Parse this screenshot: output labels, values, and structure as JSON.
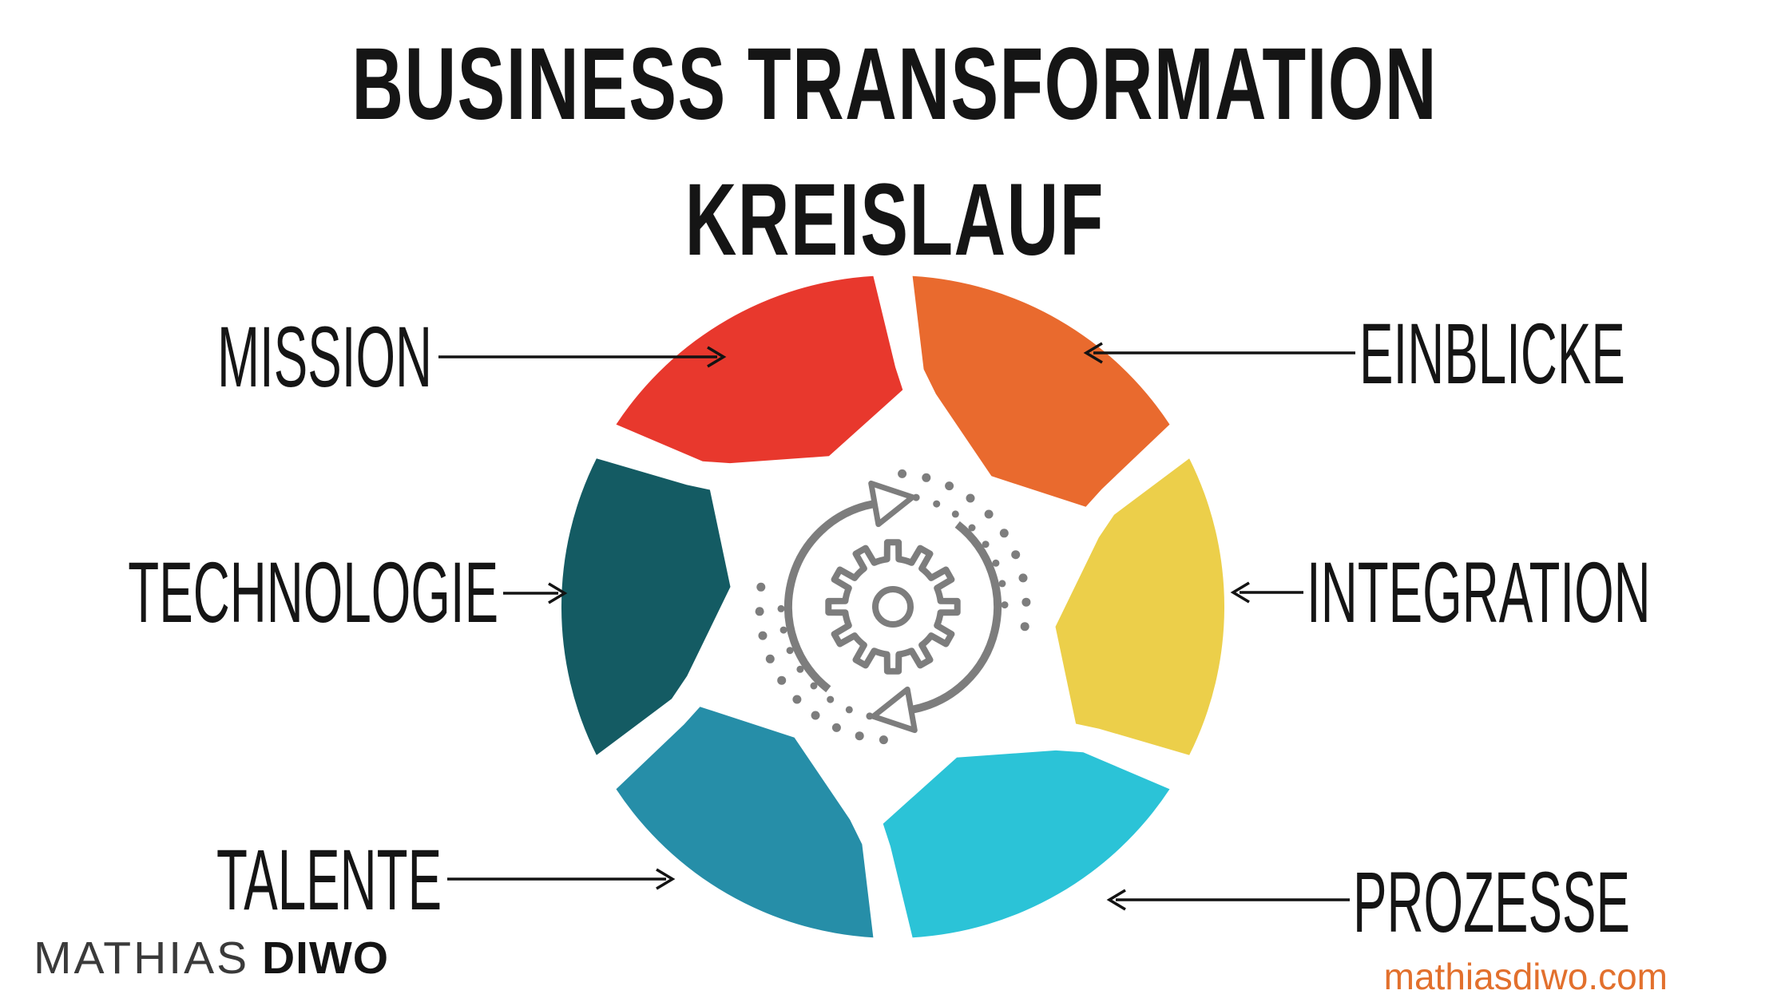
{
  "title": {
    "line1": "BUSINESS TRANSFORMATION",
    "line2": "KREISLAUF"
  },
  "wheel": {
    "center_icon": "gear-cycle-arrows-icon",
    "icon_color": "#7d7d7d",
    "gap_color": "#ffffff",
    "segments": [
      {
        "key": "mission",
        "label": "MISSION",
        "color": "#e8382d",
        "position": "top-left"
      },
      {
        "key": "einblicke",
        "label": "EINBLICKE",
        "color": "#e96a2e",
        "position": "top-right"
      },
      {
        "key": "technologie",
        "label": "TECHNOLOGIE",
        "color": "#145b63",
        "position": "left"
      },
      {
        "key": "integration",
        "label": "INTEGRATION",
        "color": "#eccf4a",
        "position": "right"
      },
      {
        "key": "talente",
        "label": "TALENTE",
        "color": "#268ea8",
        "position": "bottom-left"
      },
      {
        "key": "prozesse",
        "label": "PROZESSE",
        "color": "#2bc3d7",
        "position": "bottom-right"
      }
    ],
    "arrow_color": "#131313"
  },
  "footer": {
    "brand_first": "MATHIAS",
    "brand_last": "DIWO",
    "website": "mathiasdiwo.com",
    "website_color": "#e2702d"
  }
}
